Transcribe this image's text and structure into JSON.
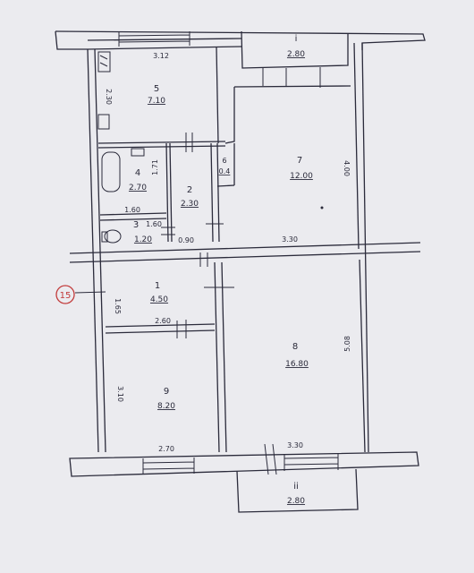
{
  "plan": {
    "building_marker": "15",
    "rooms": [
      {
        "id": "room-1",
        "number": "1",
        "area": "4.50"
      },
      {
        "id": "room-2",
        "number": "2",
        "area": "2.30"
      },
      {
        "id": "room-3",
        "number": "3",
        "area": "1.20"
      },
      {
        "id": "room-4",
        "number": "4",
        "area": "2.70"
      },
      {
        "id": "room-5",
        "number": "5",
        "area": "7.10"
      },
      {
        "id": "room-6",
        "number": "6",
        "area": "0.4"
      },
      {
        "id": "room-7",
        "number": "7",
        "area": "12.00"
      },
      {
        "id": "room-8",
        "number": "8",
        "area": "16.80"
      },
      {
        "id": "room-9",
        "number": "9",
        "area": "8.20"
      },
      {
        "id": "balcony-top",
        "number": "i",
        "area": "2.80"
      },
      {
        "id": "balcony-bottom",
        "number": "ii",
        "area": "2.80"
      }
    ],
    "dimensions": {
      "room5_top": "3.12",
      "room5_side": "2.30",
      "room4_side": "1.71",
      "room4_bottom": "1.60",
      "room3_top": "1.60",
      "room2_bottom": "0.90",
      "room7_bottom": "3.30",
      "room7_side": "4.00",
      "room1_side": "1.65",
      "room1_bottom": "2.60",
      "room9_side": "3.10",
      "room9_bottom": "2.70",
      "room8_bottom": "3.30",
      "room8_side": "5.08"
    }
  }
}
